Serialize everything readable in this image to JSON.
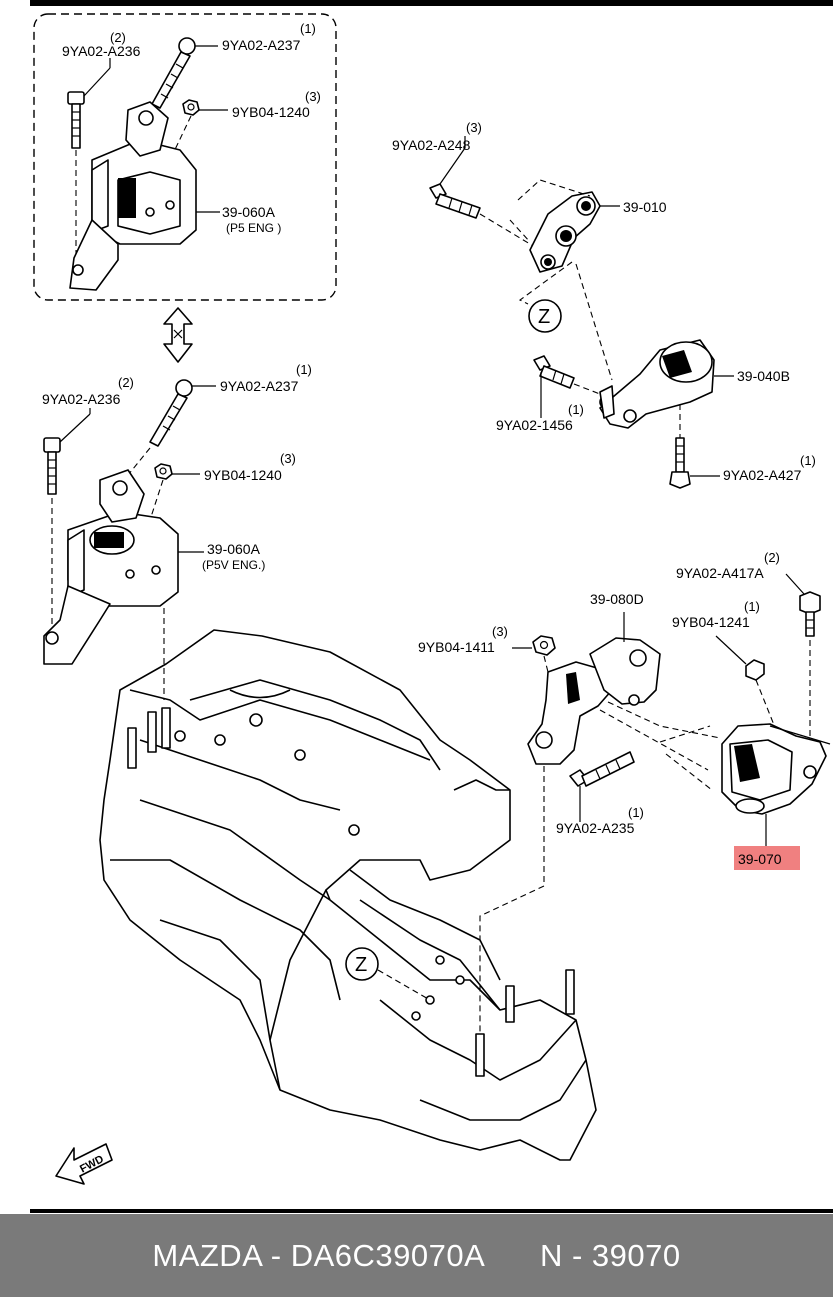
{
  "labels": {
    "a236_top": {
      "num": "9YA02-A236",
      "qty": "(2)"
    },
    "a237_top": {
      "num": "9YA02-A237",
      "qty": "(1)"
    },
    "b1240_top": {
      "num": "9YB04-1240",
      "qty": "(3)"
    },
    "mount060_top": {
      "num": "39-060A",
      "sub": "(P5 ENG )"
    },
    "a248": {
      "num": "9YA02-A248",
      "qty": "(3)"
    },
    "mount010": {
      "num": "39-010"
    },
    "mount040": {
      "num": "39-040B"
    },
    "a1456": {
      "num": "9YA02-1456",
      "qty": "(1)"
    },
    "a427": {
      "num": "9YA02-A427",
      "qty": "(1)"
    },
    "a236_mid": {
      "num": "9YA02-A236",
      "qty": "(2)"
    },
    "a237_mid": {
      "num": "9YA02-A237",
      "qty": "(1)"
    },
    "b1240_mid": {
      "num": "9YB04-1240",
      "qty": "(3)"
    },
    "mount060_mid": {
      "num": "39-060A",
      "sub": "(P5V ENG.)"
    },
    "a417": {
      "num": "9YA02-A417A",
      "qty": "(2)"
    },
    "b1241": {
      "num": "9YB04-1241",
      "qty": "(1)"
    },
    "mount080": {
      "num": "39-080D"
    },
    "b1411": {
      "num": "9YB04-1411",
      "qty": "(3)"
    },
    "a235": {
      "num": "9YA02-A235",
      "qty": "(1)"
    },
    "mount070": {
      "num": "39-070"
    },
    "z_upper": "Z",
    "z_lower": "Z",
    "fwd": "FWD"
  },
  "highlight_color": "#f08080",
  "footer": {
    "brand_part": "MAZDA - DA6C39070A",
    "ref": "N - 39070"
  },
  "icons": {
    "swap_arrow": "double-arrow-icon",
    "fwd_arrow": "forward-arrow-icon"
  }
}
